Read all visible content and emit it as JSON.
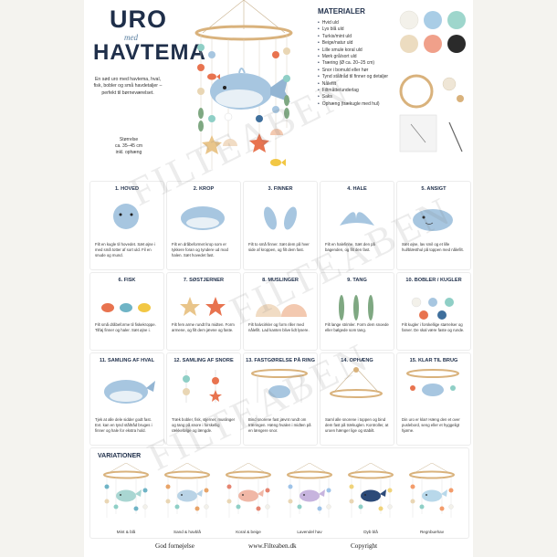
{
  "header": {
    "title_top": "URO",
    "title_mid": "med",
    "title_bottom": "HAVTEMA"
  },
  "intro": "En sød uro med havtema, hval, fisk, bobler og små havdetaljer – perfekt til børneværelset.",
  "size": {
    "label": "Størrelse",
    "value": "ca. 35–45 cm",
    "note": "inkl. ophæng"
  },
  "materials": {
    "title": "MATERIALER",
    "items": [
      "Hvid uld",
      "Lys blå uld",
      "Turkis/mint uld",
      "Beige/natur uld",
      "Lille smule koral uld",
      "Mørk grå/sort uld",
      "Træring (Ø ca. 20–25 cm)",
      "Snor i bomuld eller hør",
      "Tynd ståltråd til finner og detaljer",
      "Nålefilt",
      "Filtmåtte/underlag",
      "Saks",
      "Ophæng (trækugle med hul)"
    ]
  },
  "steps": [
    {
      "title": "1. HOVED",
      "text": "Filt en kugle til hovedet. Sæt øjne i med små totter af sort uld. Fil en snude og mund."
    },
    {
      "title": "2. KROP",
      "text": "Filt en dråbeformet krop som er tykkere foran og tyndere ud mod halen. Sæt hovedet fast."
    },
    {
      "title": "3. FINNER",
      "text": "Filt to små finner. Sæt dem på hver side af kroppen, og filt dem fast."
    },
    {
      "title": "4. HALE",
      "text": "Filt en halefinne. Sæt den på bagenden, og filt den fast."
    },
    {
      "title": "5. ANSIGT",
      "text": "Sæt øjne, lav smil og et lille hul/blæsthul på toppen med nålefilt."
    },
    {
      "title": "6. FISK",
      "text": "Filt små dråbeforme til fiskekroppe. Tilføj finner og haler. Sæt øjne i."
    },
    {
      "title": "7. SØSTJERNER",
      "text": "Filt fem arme rundt fra midten. Form armene, og filt dem jævne og faste."
    },
    {
      "title": "8. MUSLINGER",
      "text": "Filt halvcirkler og form riller med nålefilt. Lad kanten blive lidt lysere."
    },
    {
      "title": "9. TANG",
      "text": "Filt lange strimler. Form dem snoede eller bølgede som tang."
    },
    {
      "title": "10. BOBLER / KUGLER",
      "text": "Filt kugler i forskellige størrelser og farver. De skal være faste og runde."
    },
    {
      "title": "11. SAMLING AF HVAL",
      "text": "Tjek at alle dele sidder godt fast. Evt. kan en tynd ståltråd bruges i finner og hale for ekstra hold."
    },
    {
      "title": "12. SAMLING AF SNORE",
      "text": "Træk bobler, fisk, stjerner, muslinger og tang på snore i forskellig rækkefølge og længde."
    },
    {
      "title": "13. FASTGØRELSE PÅ RING",
      "text": "Bind snorene fast jævnt rundt om træringen. Hæng hvalen i midten på en længere snor."
    },
    {
      "title": "14. OPHÆNG",
      "text": "Saml alle snorene i toppen og bind dem fast på trækuglen. Kontroller, at uroen hænger lige og stabilt."
    },
    {
      "title": "15. KLAR TIL BRUG",
      "text": "Din uro er klar! Hæng den et over puslebord, seng eller et hyggeligt hjørne."
    }
  ],
  "variations": {
    "title": "VARIATIONER",
    "items": [
      {
        "label": "Mint & blå",
        "whale": "#a9d6d2",
        "accent": "#6fb4c6"
      },
      {
        "label": "Sand & havblå",
        "whale": "#b9d3e6",
        "accent": "#e8a468"
      },
      {
        "label": "Koral & beige",
        "whale": "#f0b7a6",
        "accent": "#e58470"
      },
      {
        "label": "Lavendel hav",
        "whale": "#c7b4de",
        "accent": "#9ec3e8"
      },
      {
        "label": "Dyb blå",
        "whale": "#2c4a78",
        "accent": "#f0d37a"
      },
      {
        "label": "Regnbuehav",
        "whale": "#b8d8ea",
        "accent": "#f39c6b"
      }
    ]
  },
  "footer": {
    "left": "God fornøjelse",
    "center": "www.Filteaben.dk",
    "right": "Copyright"
  },
  "watermark": "FILTEABEN",
  "colors": {
    "navy": "#1f2f4a",
    "whale": "#a7c6e0",
    "coral": "#e8734f",
    "mint": "#8fcfc6",
    "sand": "#e9d6b4",
    "wood": "#d9b27c"
  }
}
